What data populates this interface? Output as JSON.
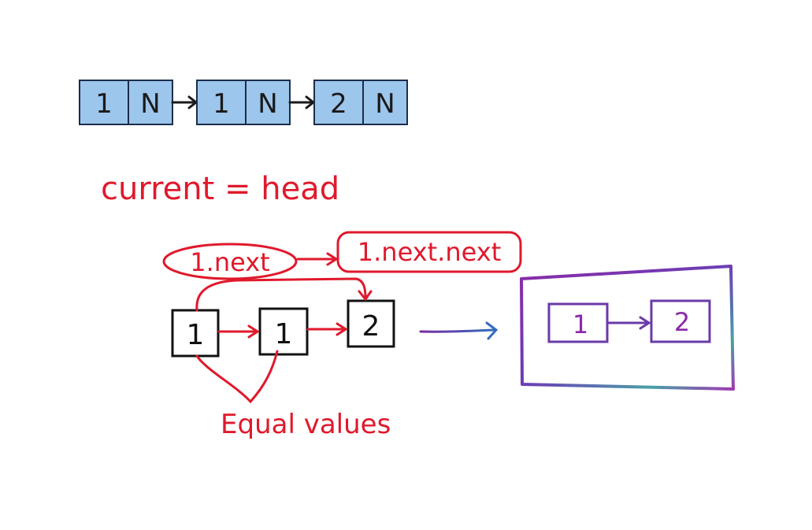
{
  "top_list": {
    "nodes": [
      {
        "value": "1",
        "next": "N"
      },
      {
        "value": "1",
        "next": "N"
      },
      {
        "value": "2",
        "next": "N"
      }
    ]
  },
  "annotation": {
    "current_label": "current = head",
    "first_next_label": "1.next",
    "second_next_label": "1.next.next",
    "equal_label": "Equal values"
  },
  "middle_list": {
    "nodes": [
      "1",
      "1",
      "2"
    ]
  },
  "result_list": {
    "nodes": [
      "1",
      "2"
    ]
  },
  "colors": {
    "node_fill": "#9dc6ec",
    "node_border": "#1b2d4a",
    "annotation_red": "#e0192c",
    "result_purple": "#8a2aa8",
    "arrow_blue": "#3a4fb0"
  }
}
